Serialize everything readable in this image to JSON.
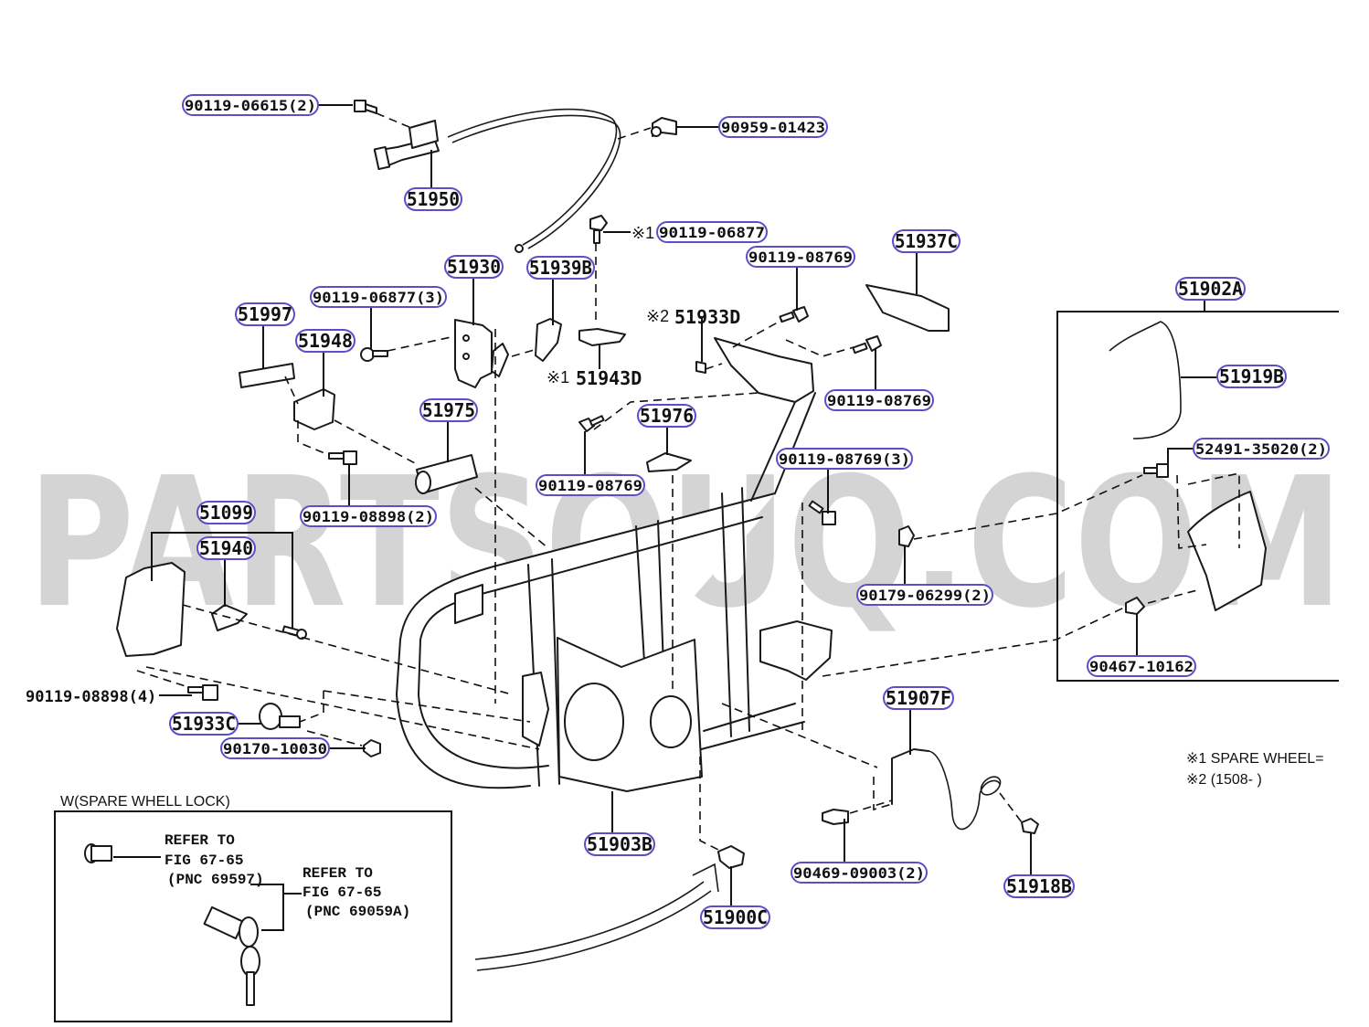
{
  "watermark": "PARTSOUQ.COM",
  "callouts": {
    "c90119_06615": "90119-06615(2)",
    "c90959_01423": "90959-01423",
    "c51950": "51950",
    "c90119_06877_a": "90119-06877",
    "c51937C": "51937C",
    "c51930": "51930",
    "c51939B": "51939B",
    "c90119_08769_a": "90119-08769",
    "c90119_06877_3": "90119-06877(3)",
    "c51997": "51997",
    "c51948": "51948",
    "c51902A": "51902A",
    "c51919B": "51919B",
    "c90119_08769_b": "90119-08769",
    "c51975": "51975",
    "c51976": "51976",
    "c90119_08769_3": "90119-08769(3)",
    "c52491_35020": "52491-35020(2)",
    "c90119_08769_c": "90119-08769",
    "c90119_08898_2": "90119-08898(2)",
    "c51099": "51099",
    "c51940": "51940",
    "c90179_06299": "90179-06299(2)",
    "c90467_10162": "90467-10162",
    "c51933C": "51933C",
    "c90170_10030": "90170-10030",
    "c51907F": "51907F",
    "c51903B": "51903B",
    "c90469_09003": "90469-09003(2)",
    "c51918B": "51918B",
    "c51900C": "51900C"
  },
  "plain_labels": {
    "p51933D": "51933D",
    "p51933D_mark": "※2",
    "p51943D": "51943D",
    "p51943D_mark": "※1",
    "p90119_06877_mark": "※1",
    "p90119_08898_4": "90119-08898(4)"
  },
  "notes": {
    "line1": "※1  SPARE WHEEL=",
    "line2": "※2 (1508-        )"
  },
  "inset": {
    "title": "W(SPARE WHELL LOCK)",
    "ref1": [
      "REFER TO",
      "FIG 67-65",
      "(PNC 69597)"
    ],
    "ref2": [
      "REFER TO",
      "FIG 67-65",
      "(PNC 69059A)"
    ]
  }
}
